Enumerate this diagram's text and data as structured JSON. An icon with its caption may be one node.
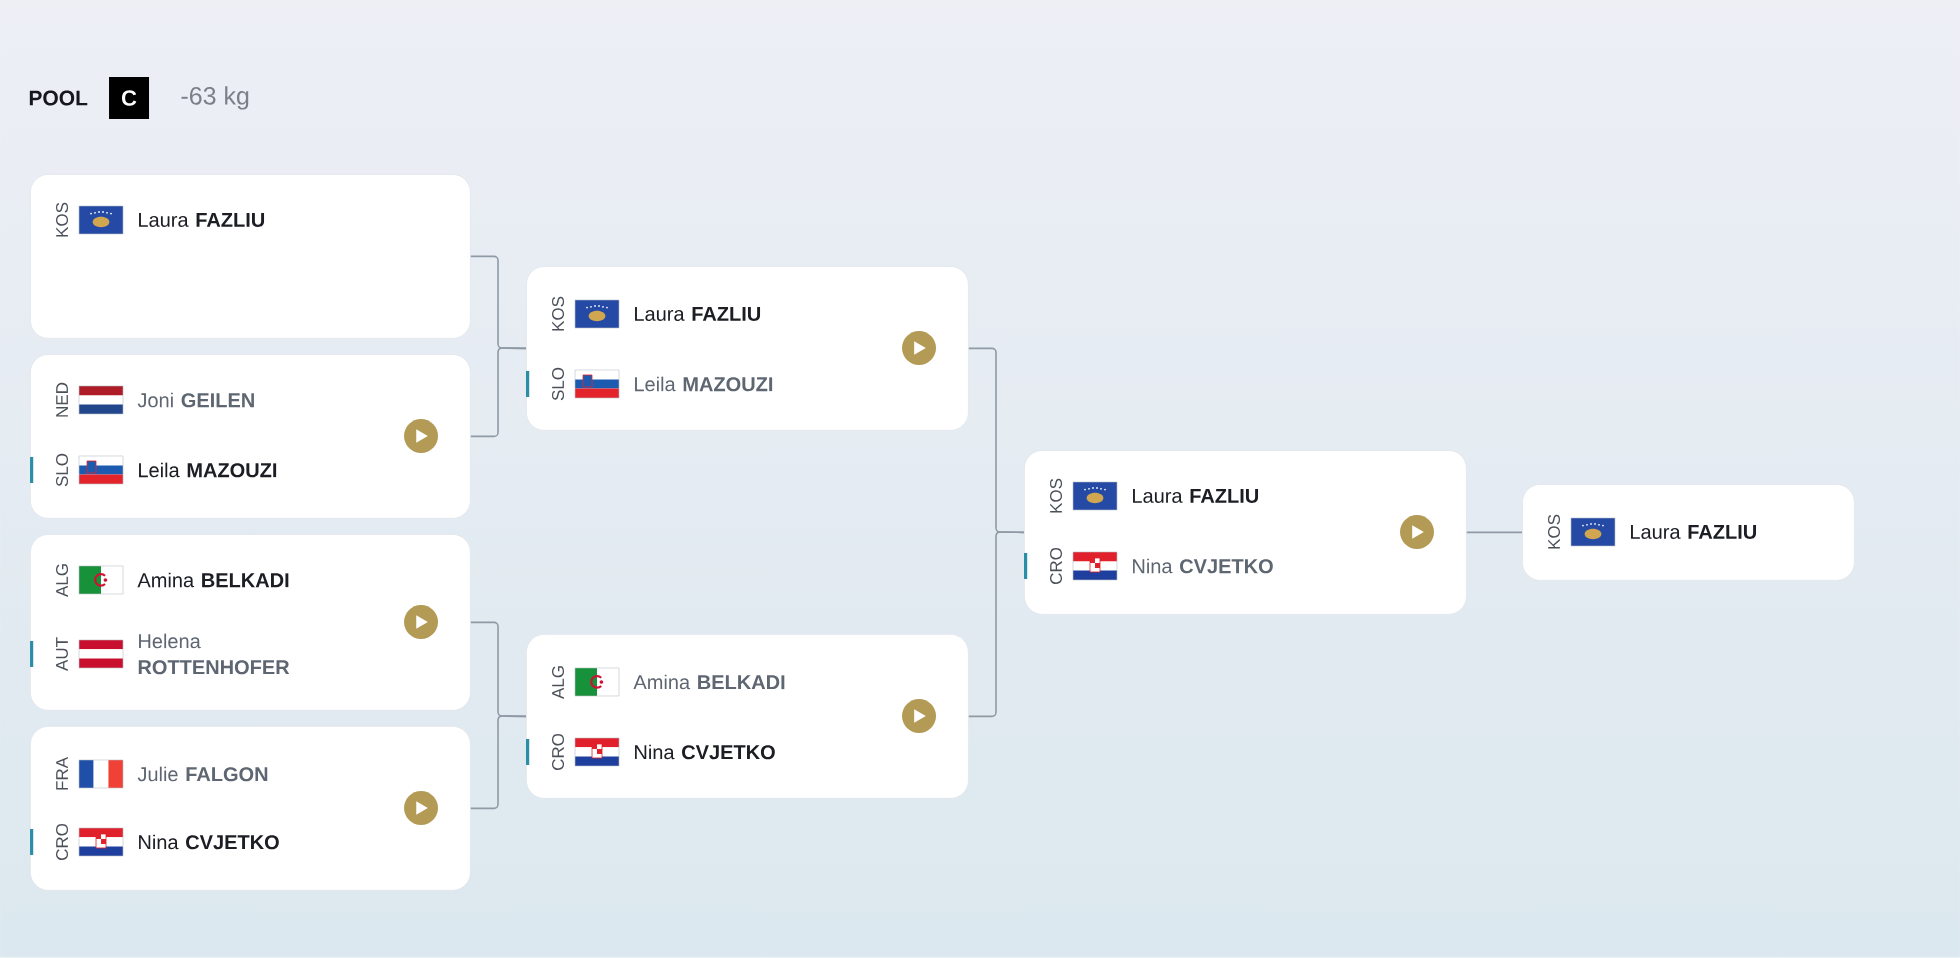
{
  "diagram": {
    "nodes": [
      {
        "text": [
          "KOS",
          "Laura **FAZLIU**"
        ]
      },
      {
        "text": [
          "NED",
          "Joni **GEILEN**",
          "SLO",
          "Leila **MAZOUZI**"
        ]
      },
      {
        "text": [
          "ALG",
          "Amina **BELKADI**",
          "AUT",
          "Helena **ROTTENHOFER**"
        ]
      },
      {
        "text": [
          "FRA",
          "Julie **FALGON**",
          "CRO",
          "Nina **CVJETKO**"
        ]
      },
      {
        "text": [
          "KOS",
          "Laura **FAZLIU**",
          "SLO",
          "Leila **MAZOUZI**"
        ]
      },
      {
        "text": [
          "ALG",
          "Amina **BELKADI**",
          "CRO",
          "Nina **CVJETKO**"
        ]
      },
      {
        "text": [
          "KOS",
          "Laura **FAZLIU**",
          "CRO",
          "Nina **CVJETKO**"
        ]
      },
      {
        "text": [
          "KOS",
          "Laura **FAZLIU**"
        ]
      }
    ],
    "edges": [
      {
        "from": 0,
        "to": 4,
        "arrow": "none"
      },
      {
        "from": 1,
        "to": 4,
        "arrow": "none"
      },
      {
        "from": 2,
        "to": 5,
        "arrow": "none"
      },
      {
        "from": 3,
        "to": 5,
        "arrow": "none"
      },
      {
        "from": 4,
        "to": 6,
        "arrow": "none"
      },
      {
        "from": 5,
        "to": 6,
        "arrow": "none"
      },
      {
        "from": 6,
        "to": 7,
        "arrow": "none"
      }
    ],
    "labels": [
      "POOL",
      "C",
      "-63 kg"
    ]
  }
}
